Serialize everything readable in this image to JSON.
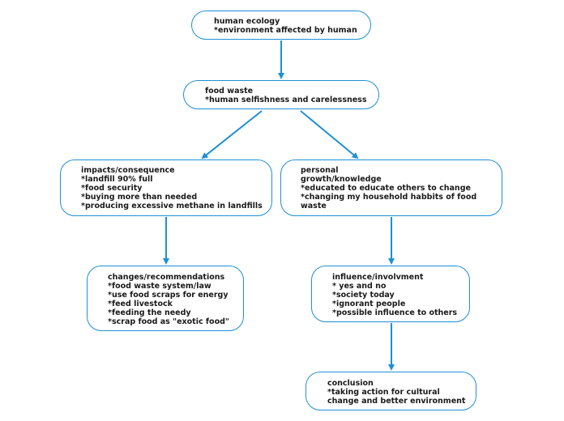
{
  "colors": {
    "border": "#1e90d6",
    "connector": "#1e90d6",
    "text": "#1a1a1a",
    "background": "#ffffff"
  },
  "nodes": {
    "root": {
      "lines": [
        "human ecology",
        "*environment affected by human"
      ]
    },
    "food_waste": {
      "lines": [
        "food waste",
        "*human selfishness and carelessness"
      ]
    },
    "impacts": {
      "lines": [
        "impacts/consequence",
        "*landfill 90% full",
        "*food security",
        "*buying more than needed",
        "*producing excessive methane in landfills"
      ]
    },
    "personal": {
      "lines": [
        "personal",
        "growth/knowledge",
        "*educated to educate others to change",
        "*changing my household habbits of food waste"
      ]
    },
    "changes": {
      "lines": [
        "changes/recommendations",
        "*food waste system/law",
        "*use food scraps for energy",
        "*feed livestock",
        "*feeding the needy",
        "*scrap food as \"exotic food\""
      ]
    },
    "influence": {
      "lines": [
        "influence/involvment",
        "* yes and no",
        "*society today",
        "*ignorant people",
        "*possible influence to others"
      ]
    },
    "conclusion": {
      "lines": [
        "conclusion",
        "*taking action for cultural",
        "change and better environment"
      ]
    }
  }
}
